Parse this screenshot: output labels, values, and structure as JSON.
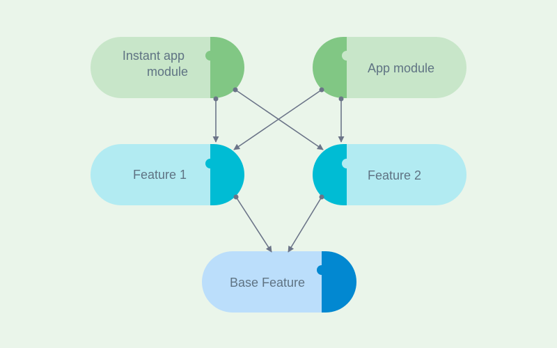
{
  "diagram": {
    "colors": {
      "background": "#eaf5ea",
      "edge": "#6b7488",
      "app_light": "#c8e6c9",
      "app_dark": "#81c784",
      "feature_light": "#b2ebf2",
      "feature_dark": "#00bcd4",
      "base_light": "#bbdefb",
      "base_dark": "#0288d1",
      "text": "#5f7383"
    },
    "nodes": {
      "instant_app": {
        "label_line1": "Instant app",
        "label_line2": "module"
      },
      "app_module": {
        "label": "App module"
      },
      "feature1": {
        "label": "Feature 1"
      },
      "feature2": {
        "label": "Feature 2"
      },
      "base_feature": {
        "label": "Base Feature"
      }
    },
    "edges": [
      {
        "from": "instant_app",
        "to": "feature1"
      },
      {
        "from": "instant_app",
        "to": "feature2"
      },
      {
        "from": "app_module",
        "to": "feature1"
      },
      {
        "from": "app_module",
        "to": "feature2"
      },
      {
        "from": "feature1",
        "to": "base_feature"
      },
      {
        "from": "feature2",
        "to": "base_feature"
      }
    ]
  }
}
